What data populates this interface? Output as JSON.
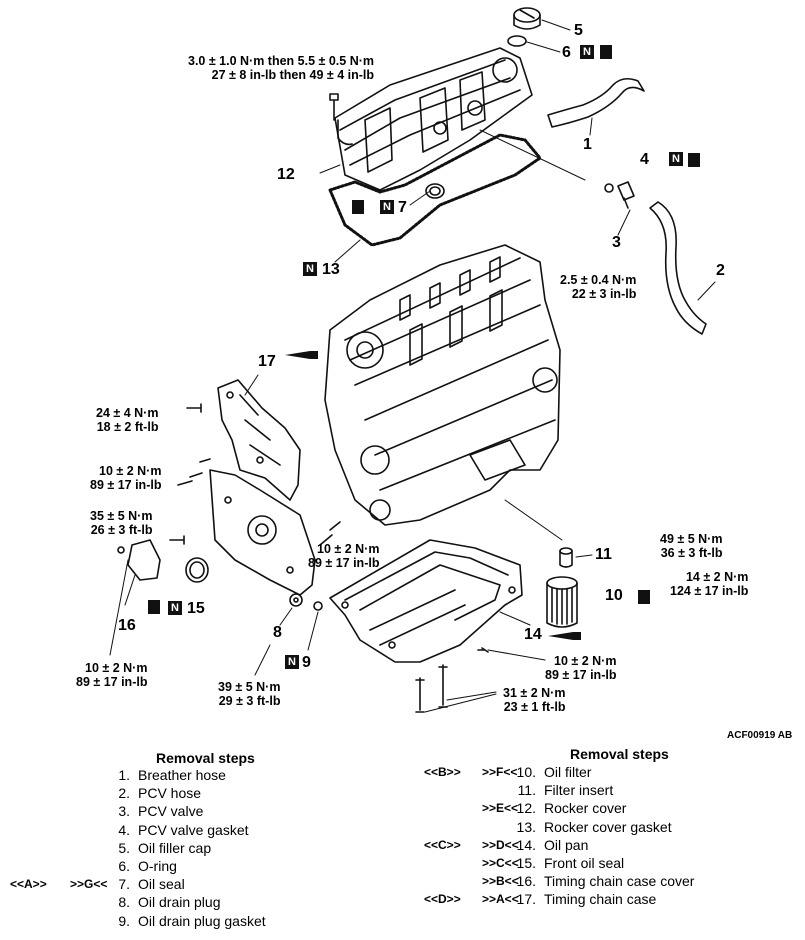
{
  "callouts": {
    "c1": "1",
    "c2": "2",
    "c3": "3",
    "c4": "4",
    "c5": "5",
    "c6": "6",
    "c7": "7",
    "c8": "8",
    "c9": "9",
    "c10": "10",
    "c11": "11",
    "c12": "12",
    "c13": "13",
    "c14": "14",
    "c15": "15",
    "c16": "16",
    "c17": "17"
  },
  "new_part_mark": "N",
  "torques": {
    "rocker_bolt": {
      "l1": "3.0 ± 1.0 N·m then 5.5 ± 0.5 N·m",
      "l2": "27 ± 8 in-lb then 49 ± 4 in-lb"
    },
    "pcv_valve": {
      "l1": "2.5 ± 0.4 N·m",
      "l2": "22 ± 3 in-lb"
    },
    "chain_case_upper": {
      "l1": "24 ± 4 N·m",
      "l2": "18 ± 2 ft-lb"
    },
    "chain_case_mid": {
      "l1": "10 ± 2 N·m",
      "l2": "89 ± 17 in-lb"
    },
    "chain_case_large": {
      "l1": "35 ± 5 N·m",
      "l2": "26 ± 3 ft-lb"
    },
    "chain_case_front": {
      "l1": "10 ± 2 N·m",
      "l2": "89 ± 17 in-lb"
    },
    "chain_case_lower": {
      "l1": "10 ± 2 N·m",
      "l2": "89 ± 17 in-lb"
    },
    "drain_plug": {
      "l1": "39 ± 5 N·m",
      "l2": "29 ± 3 ft-lb"
    },
    "filter_insert": {
      "l1": "49 ± 5 N·m",
      "l2": "36 ± 3 ft-lb"
    },
    "oil_filter": {
      "l1": "14 ± 2 N·m",
      "l2": "124 ± 17 in-lb"
    },
    "oil_pan_bolt": {
      "l1": "10 ± 2 N·m",
      "l2": "89 ± 17 in-lb"
    },
    "oil_pan_stud": {
      "l1": "31 ± 2 N·m",
      "l2": "23 ± 1 ft-lb"
    }
  },
  "figure_ref": "ACF00919 AB",
  "removal_left": {
    "title": "Removal steps",
    "steps": [
      {
        "n": "1.",
        "label": "Breather hose",
        "a": "",
        "b": ""
      },
      {
        "n": "2.",
        "label": "PCV hose",
        "a": "",
        "b": ""
      },
      {
        "n": "3.",
        "label": "PCV valve",
        "a": "",
        "b": ""
      },
      {
        "n": "4.",
        "label": "PCV valve gasket",
        "a": "",
        "b": ""
      },
      {
        "n": "5.",
        "label": "Oil filler cap",
        "a": "",
        "b": ""
      },
      {
        "n": "6.",
        "label": "O-ring",
        "a": "",
        "b": ""
      },
      {
        "n": "7.",
        "label": "Oil seal",
        "a": "<<A>>",
        "b": ">>G<<"
      },
      {
        "n": "8.",
        "label": "Oil drain plug",
        "a": "",
        "b": ""
      },
      {
        "n": "9.",
        "label": "Oil drain plug gasket",
        "a": "",
        "b": ""
      }
    ]
  },
  "removal_right": {
    "title": "Removal steps",
    "steps": [
      {
        "n": "10.",
        "label": "Oil filter",
        "a": "<<B>>",
        "b": ">>F<<"
      },
      {
        "n": "11.",
        "label": "Filter insert",
        "a": "",
        "b": ""
      },
      {
        "n": "12.",
        "label": "Rocker cover",
        "a": "",
        "b": ">>E<<"
      },
      {
        "n": "13.",
        "label": "Rocker cover gasket",
        "a": "",
        "b": ""
      },
      {
        "n": "14.",
        "label": "Oil pan",
        "a": "<<C>>",
        "b": ">>D<<"
      },
      {
        "n": "15.",
        "label": "Front oil seal",
        "a": "",
        "b": ">>C<<"
      },
      {
        "n": "16.",
        "label": "Timing chain case cover",
        "a": "",
        "b": ">>B<<"
      },
      {
        "n": "17.",
        "label": "Timing chain case",
        "a": "<<D>>",
        "b": ">>A<<"
      }
    ]
  }
}
